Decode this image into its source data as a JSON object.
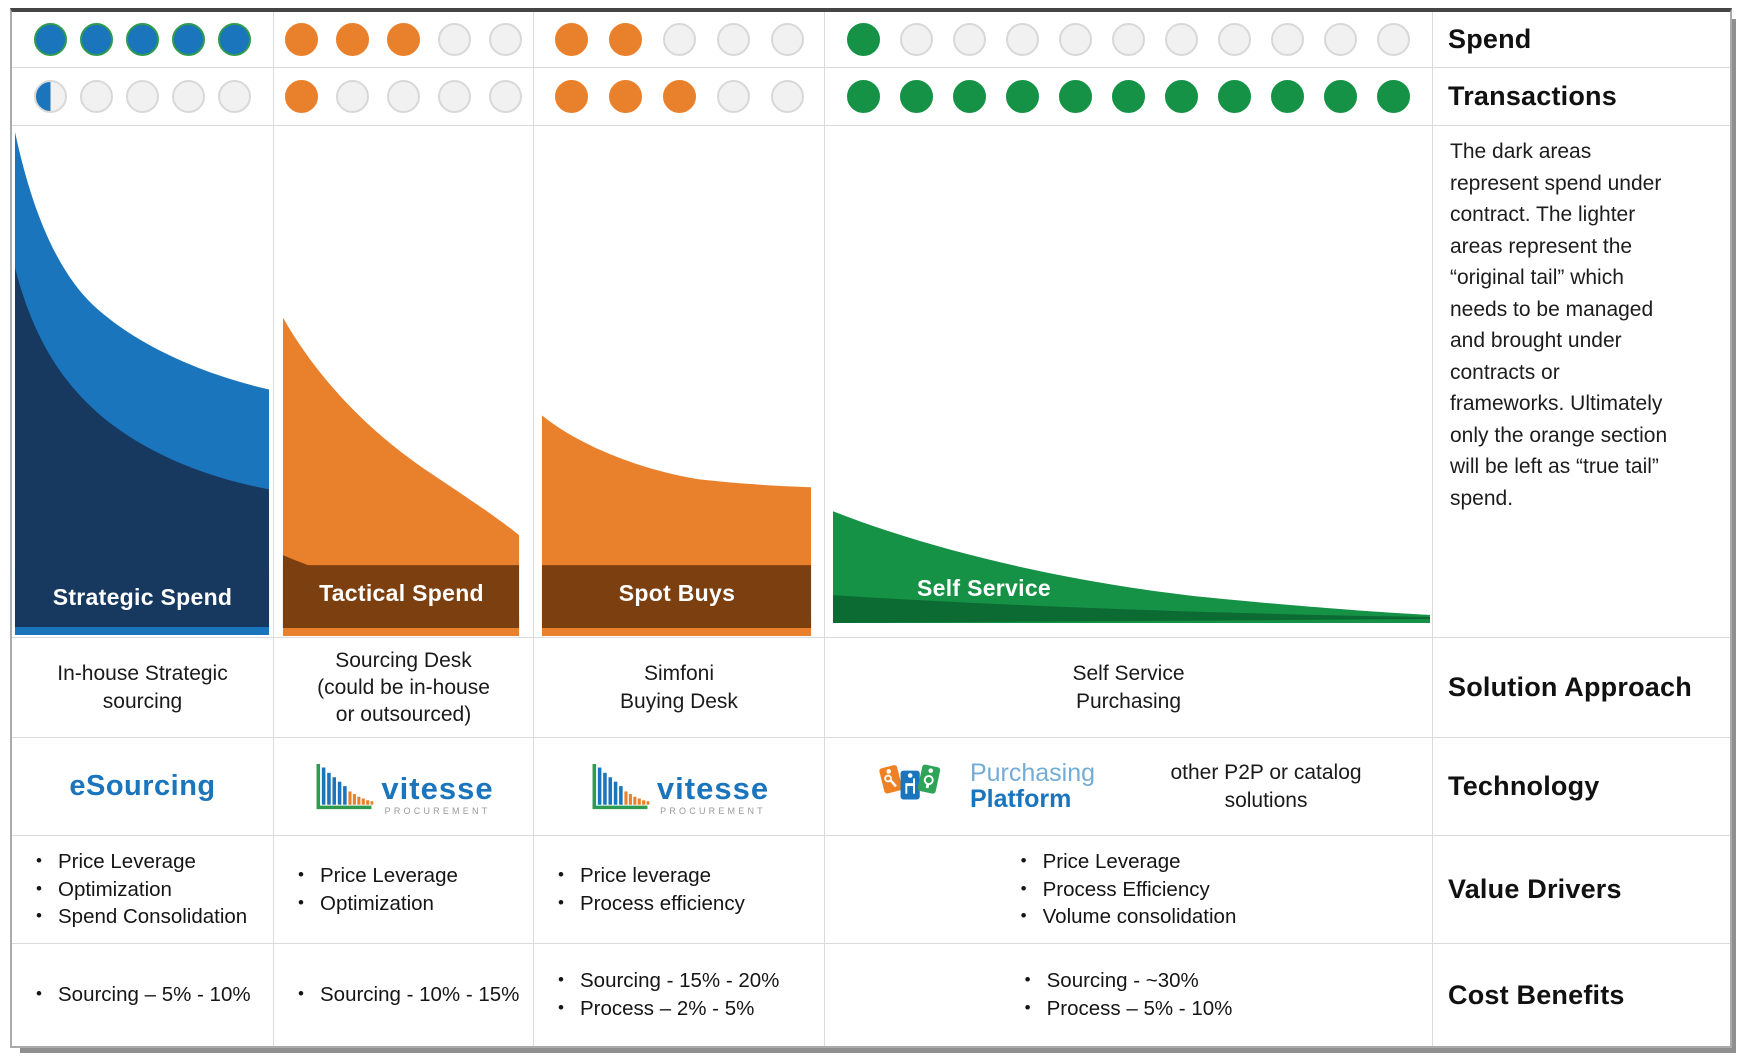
{
  "header": {
    "spend_label": "Spend",
    "transactions_label": "Transactions"
  },
  "colors": {
    "blue": "#1B75BC",
    "navy": "#17395F",
    "orange": "#E9802B",
    "brown": "#7C3F10",
    "green": "#159245",
    "darkgreen": "#0C6B32",
    "empty": "#F1F1F1",
    "empty_border": "#D8D8D8",
    "ring": "#2E9B4E"
  },
  "columns": [
    {
      "title": "Strategic Spend",
      "dots": {
        "spend": {
          "filled": 5,
          "total": 5,
          "color": "blue",
          "ring": true
        },
        "transactions": {
          "filled": 1,
          "total": 5,
          "color": "blue",
          "half_first": true
        }
      },
      "solution_lines": [
        "In-house Strategic",
        "sourcing"
      ],
      "value_drivers": [
        "Price Leverage",
        "Optimization",
        "Spend Consolidation"
      ],
      "cost_benefits": [
        "Sourcing – 5% - 10%"
      ]
    },
    {
      "title": "Tactical Spend",
      "dots": {
        "spend": {
          "filled": 3,
          "total": 5,
          "color": "orange"
        },
        "transactions": {
          "filled": 1,
          "total": 5,
          "color": "orange"
        }
      },
      "solution_lines": [
        "Sourcing Desk",
        "(could be in-house",
        "or outsourced)"
      ],
      "value_drivers": [
        "Price Leverage",
        "Optimization"
      ],
      "cost_benefits": [
        "Sourcing -  10% - 15%"
      ]
    },
    {
      "title": "Spot Buys",
      "dots": {
        "spend": {
          "filled": 2,
          "total": 5,
          "color": "orange"
        },
        "transactions": {
          "filled": 3,
          "total": 5,
          "color": "orange"
        }
      },
      "solution_lines": [
        "Simfoni",
        "Buying Desk"
      ],
      "value_drivers": [
        "Price leverage",
        "Process efficiency"
      ],
      "cost_benefits": [
        "Sourcing - 15% - 20%",
        "Process – 2% - 5%"
      ]
    },
    {
      "title": "Self Service",
      "dots": {
        "spend": {
          "filled": 1,
          "total": 11,
          "color": "green"
        },
        "transactions": {
          "filled": 11,
          "total": 11,
          "color": "green"
        }
      },
      "solution_lines": [
        "Self Service",
        "Purchasing"
      ],
      "value_drivers": [
        "Price Leverage",
        "Process Efficiency",
        "Volume consolidation"
      ],
      "cost_benefits": [
        "Sourcing - ~30%",
        "Process – 5% - 10%"
      ]
    }
  ],
  "technology": {
    "esourcing_label": "eSourcing",
    "vitesse_brand": "vitesse",
    "vitesse_sub": "PROCUREMENT",
    "pp_top": "Purchasing",
    "pp_bottom": "Platform",
    "other_note": "other P2P or catalog solutions"
  },
  "sidebar": {
    "description": "The dark areas represent spend under contract.  The lighter areas represent the “original tail” which needs to be managed and brought under contracts or frameworks.  Ultimately only the orange section will be left as “true tail” spend.",
    "solution_label": "Solution Approach",
    "technology_label": "Technology",
    "value_label": "Value Drivers",
    "cost_label": "Cost Benefits"
  }
}
